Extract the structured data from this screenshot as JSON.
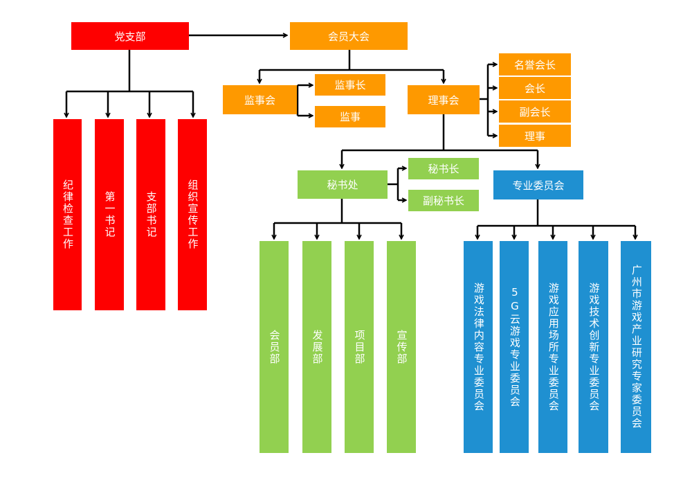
{
  "colors": {
    "party": "#fe0000",
    "council": "#fe9900",
    "secretariat": "#92d050",
    "committee": "#1f90d1",
    "line": "#000000"
  },
  "party": {
    "root": "党支部",
    "children": [
      "纪律检查工作",
      "第一书记",
      "支部书记",
      "组织宣传工作"
    ]
  },
  "assembly": "会员大会",
  "supervisory": {
    "name": "监事会",
    "children": [
      "监事长",
      "监事"
    ]
  },
  "council": {
    "name": "理事会",
    "children": [
      "名誉会长",
      "会长",
      "副会长",
      "理事"
    ]
  },
  "secretariat": {
    "name": "秘书处",
    "roles": [
      "秘书长",
      "副秘书长"
    ],
    "departments": [
      "会员部",
      "发展部",
      "项目部",
      "宣传部"
    ]
  },
  "committee": {
    "name": "专业委员会",
    "children": [
      "游戏法律内容专业委员会",
      "5G云游戏专业委员会",
      "游戏应用场所专业委员会",
      "游戏技术创新专业委员会",
      "广州市游戏产业研究专家委员会"
    ]
  }
}
